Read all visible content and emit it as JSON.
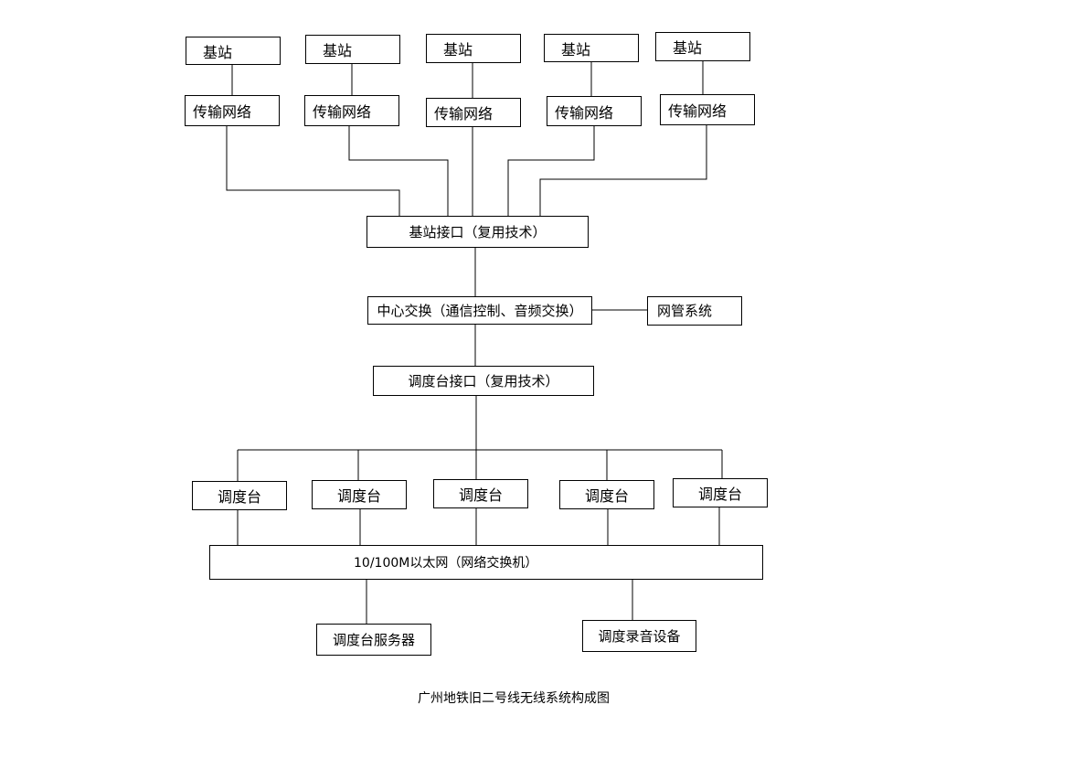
{
  "base_stations": [
    "基站",
    "基站",
    "基站",
    "基站",
    "基站"
  ],
  "transmission_networks": [
    "传输网络",
    "传输网络",
    "传输网络",
    "传输网络",
    "传输网络"
  ],
  "base_station_interface": "基站接口（复用技术）",
  "central_switch": "中心交换（通信控制、音频交换）",
  "network_management": "网管系统",
  "dispatch_console_interface": "调度台接口（复用技术）",
  "dispatch_consoles": [
    "调度台",
    "调度台",
    "调度台",
    "调度台",
    "调度台"
  ],
  "ethernet": "10/100M以太网（网络交换机）",
  "dispatch_server": "调度台服务器",
  "dispatch_recorder": "调度录音设备",
  "caption": "广州地铁旧二号线无线系统构成图"
}
